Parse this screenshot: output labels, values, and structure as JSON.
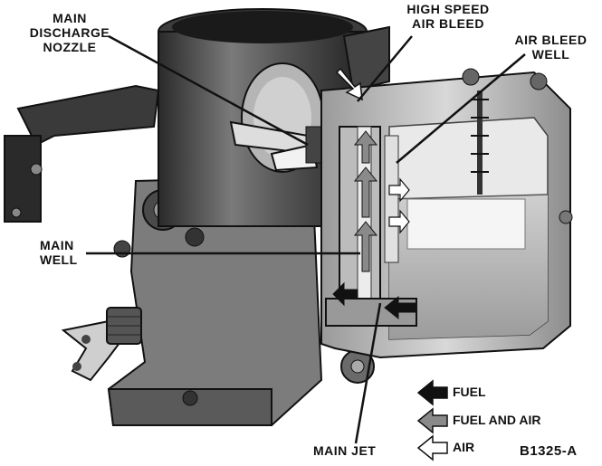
{
  "callouts": {
    "main_discharge_nozzle": "MAIN\nDISCHARGE\nNOZZLE",
    "high_speed_air_bleed": "HIGH SPEED\nAIR BLEED",
    "air_bleed_well": "AIR BLEED\nWELL",
    "main_well": "MAIN\nWELL",
    "main_jet": "MAIN JET"
  },
  "legend": {
    "fuel": "FUEL",
    "fuel_and_air": "FUEL AND AIR",
    "air": "AIR"
  },
  "figure_code": "B1325-A",
  "colors": {
    "fuel": "#111111",
    "fuel_and_air": "#8a8a8a",
    "air": "#ffffff"
  }
}
